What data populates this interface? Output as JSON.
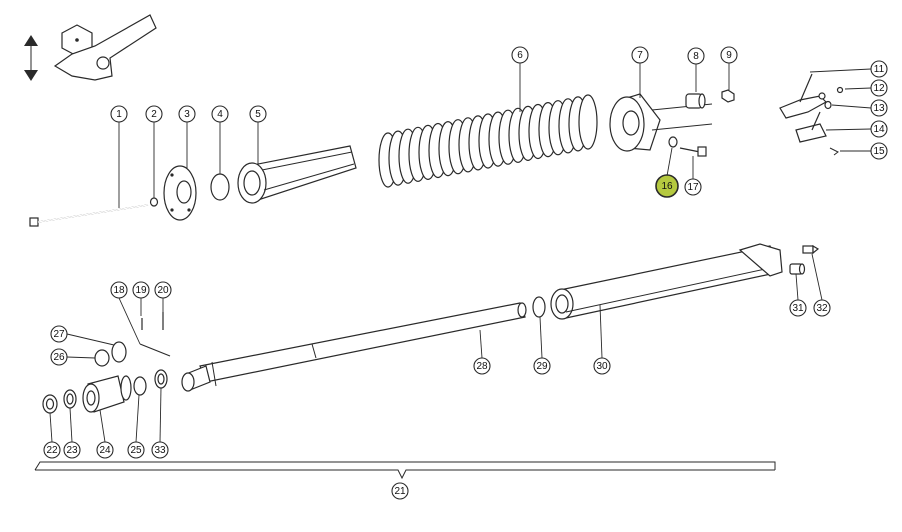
{
  "diagram": {
    "highlight_color": "#b5c940",
    "highlighted_part": "16",
    "callouts": [
      {
        "id": "c1",
        "label": "1"
      },
      {
        "id": "c2",
        "label": "2"
      },
      {
        "id": "c3",
        "label": "3"
      },
      {
        "id": "c4",
        "label": "4"
      },
      {
        "id": "c5",
        "label": "5"
      },
      {
        "id": "c6",
        "label": "6"
      },
      {
        "id": "c7",
        "label": "7"
      },
      {
        "id": "c8",
        "label": "8"
      },
      {
        "id": "c9",
        "label": "9"
      },
      {
        "id": "c11",
        "label": "11"
      },
      {
        "id": "c12",
        "label": "12"
      },
      {
        "id": "c13",
        "label": "13"
      },
      {
        "id": "c14",
        "label": "14"
      },
      {
        "id": "c15",
        "label": "15"
      },
      {
        "id": "c16",
        "label": "16"
      },
      {
        "id": "c17",
        "label": "17"
      },
      {
        "id": "c18",
        "label": "18"
      },
      {
        "id": "c19",
        "label": "19"
      },
      {
        "id": "c20",
        "label": "20"
      },
      {
        "id": "c21",
        "label": "21"
      },
      {
        "id": "c22",
        "label": "22"
      },
      {
        "id": "c23",
        "label": "23"
      },
      {
        "id": "c24",
        "label": "24"
      },
      {
        "id": "c25",
        "label": "25"
      },
      {
        "id": "c26",
        "label": "26"
      },
      {
        "id": "c27",
        "label": "27"
      },
      {
        "id": "c28",
        "label": "28"
      },
      {
        "id": "c29",
        "label": "29"
      },
      {
        "id": "c30",
        "label": "30"
      },
      {
        "id": "c31",
        "label": "31"
      },
      {
        "id": "c32",
        "label": "32"
      },
      {
        "id": "c33",
        "label": "33"
      }
    ]
  }
}
